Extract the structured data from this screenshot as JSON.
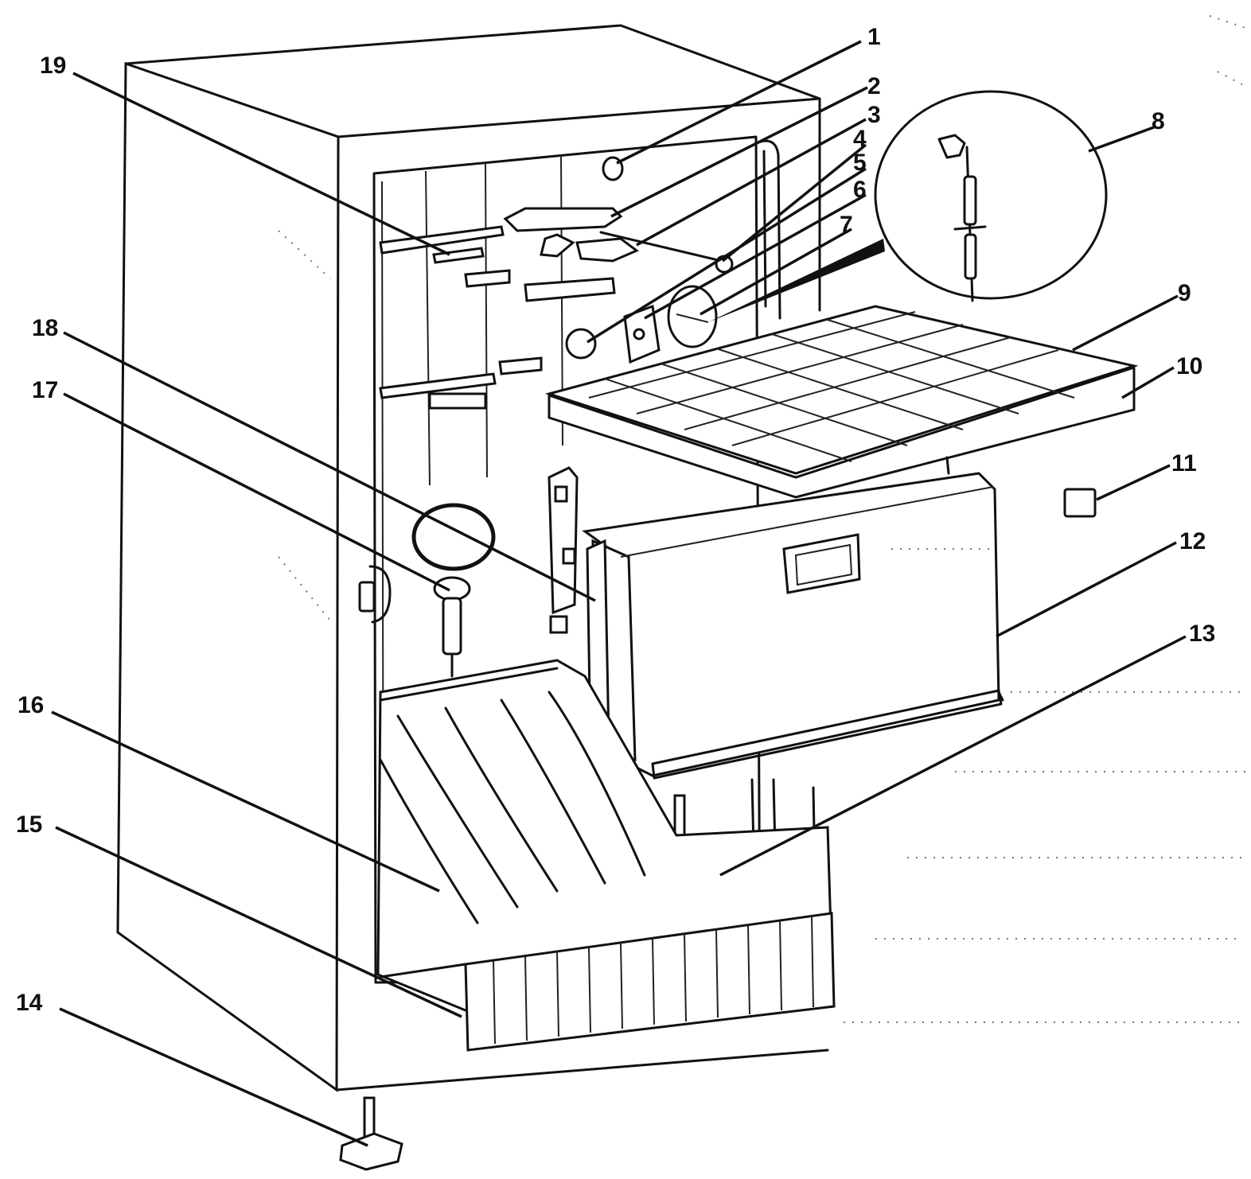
{
  "diagram": {
    "callouts": [
      "1",
      "2",
      "3",
      "4",
      "5",
      "6",
      "7",
      "8",
      "9",
      "10",
      "11",
      "12",
      "13",
      "14",
      "15",
      "16",
      "17",
      "18",
      "19"
    ]
  },
  "colors": {
    "ink": "#111111",
    "paper": "#ffffff"
  }
}
